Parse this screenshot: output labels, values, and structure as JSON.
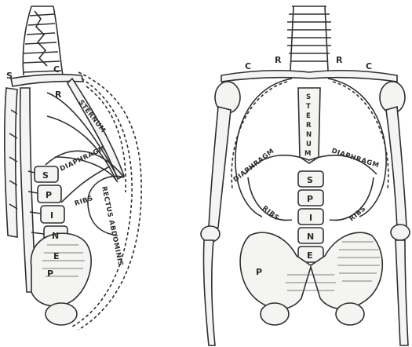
{
  "side_view": {
    "labels": {
      "s": "S",
      "c": "C",
      "r": "R",
      "sternum": "STERNUM",
      "diaphragm": "DIAPHRAGM",
      "ribs": "RIBS",
      "rectus": "RECTUS ABDOMINIS",
      "spine_letters": [
        "S",
        "P",
        "I",
        "N",
        "E"
      ],
      "p": "P"
    }
  },
  "front_view": {
    "labels": {
      "c_left": "C",
      "r_left": "R",
      "r_right": "R",
      "c_right": "C",
      "sternum_letters": [
        "S",
        "T",
        "E",
        "R",
        "N",
        "U",
        "M"
      ],
      "diaphragm_left": "DIAPHRAGM",
      "diaphragm_right": "DIAPHRAGM",
      "ribs_left": "RIBS",
      "ribs_right": "RIBS",
      "spine_letters": [
        "S",
        "P",
        "I",
        "N",
        "E"
      ],
      "p": "P"
    }
  }
}
